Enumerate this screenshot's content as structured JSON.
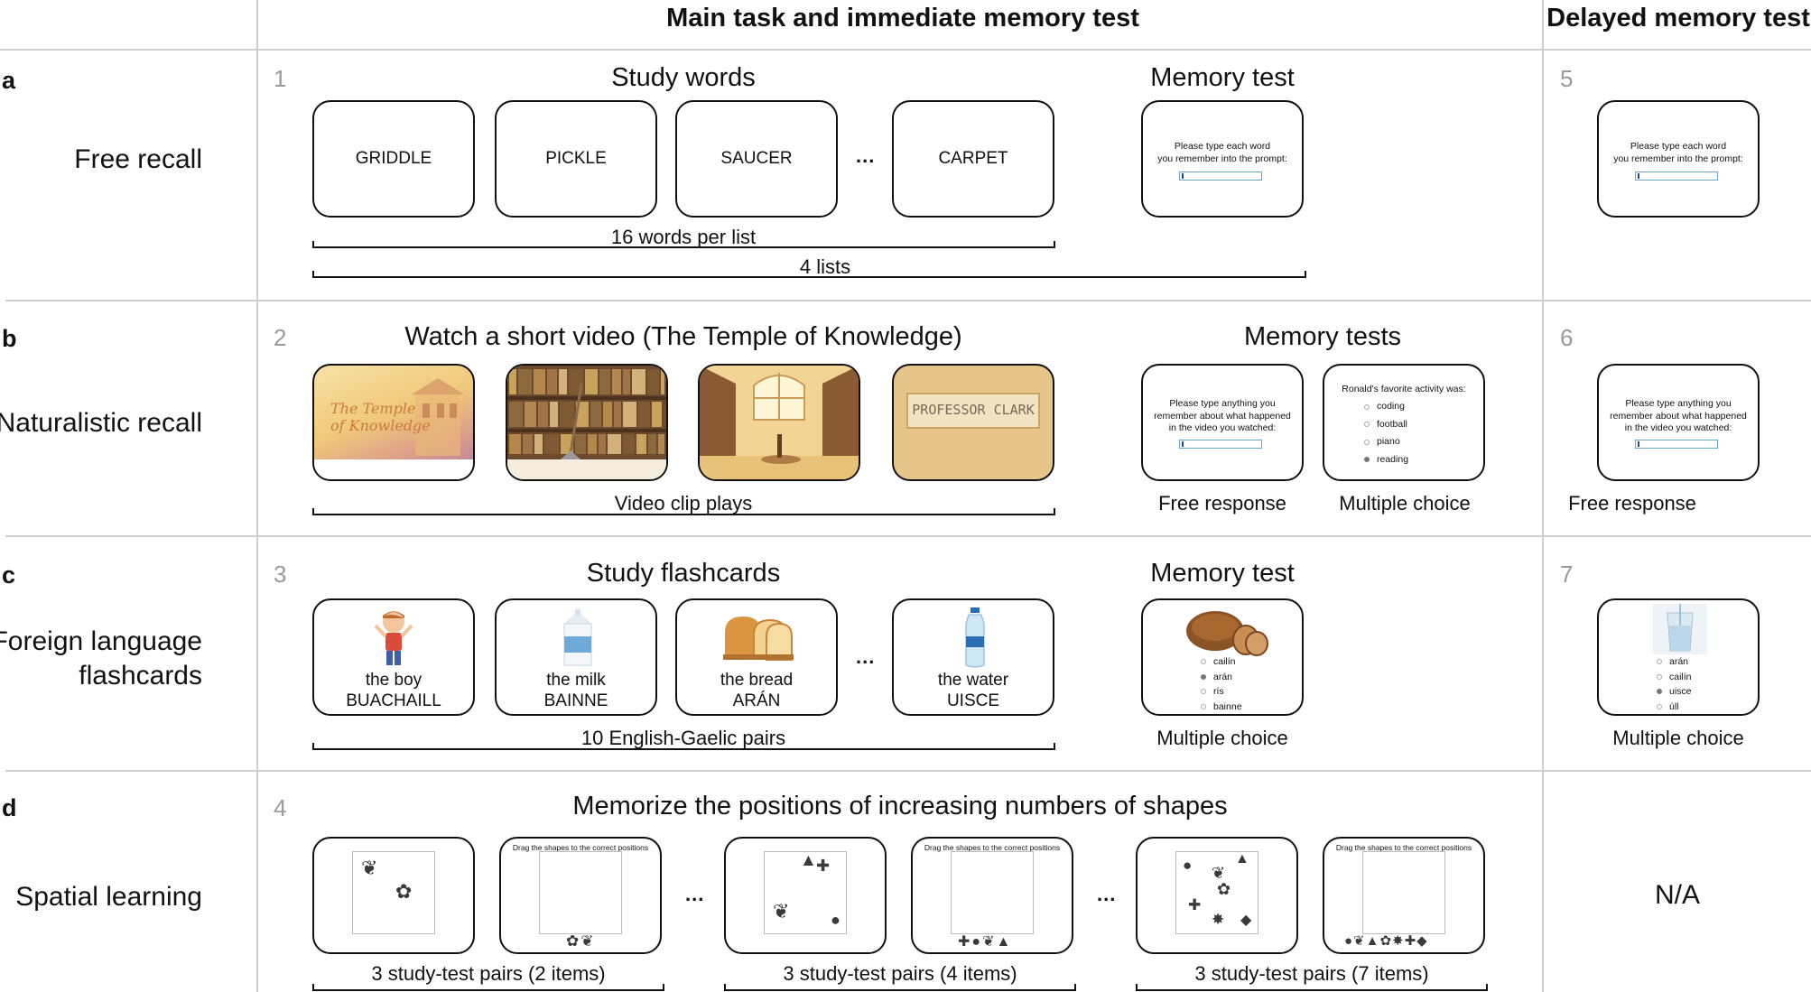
{
  "columns": {
    "main": "Main task and immediate memory test",
    "delayed": "Delayed memory test"
  },
  "rows": [
    {
      "letter": "a",
      "name": "Free recall"
    },
    {
      "letter": "b",
      "name": "Naturalistic recall"
    },
    {
      "letter": "c",
      "name_line1": "Foreign language",
      "name_line2": "flashcards"
    },
    {
      "letter": "d",
      "name": "Spatial learning"
    }
  ],
  "row_a": {
    "num_main": "1",
    "num_delayed": "5",
    "study_heading": "Study words",
    "test_heading": "Memory test",
    "words": [
      "GRIDDLE",
      "PICKLE",
      "SAUCER",
      "CARPET"
    ],
    "ellipsis": "...",
    "prompt_line1": "Please type each word",
    "prompt_line2": "you remember into the prompt:",
    "bracket1": "16 words per list",
    "bracket2": "4 lists"
  },
  "row_b": {
    "num_main": "2",
    "num_delayed": "6",
    "study_heading": "Watch a short video (The Temple of Knowledge)",
    "test_heading": "Memory tests",
    "frame1_title_line1": "The Temple",
    "frame1_title_line2": "of Knowledge",
    "frame4_sign": "PROFESSOR CLARK",
    "bracket": "Video clip plays",
    "free_prompt_line1": "Please type anything you",
    "free_prompt_line2": "remember about what happened",
    "free_prompt_line3": "in the video you watched:",
    "mc_question": "Ronald's favorite activity was:",
    "mc_options": [
      "coding",
      "football",
      "piano",
      "reading"
    ],
    "free_label": "Free response",
    "mc_label": "Multiple choice",
    "delayed_label": "Free response"
  },
  "row_c": {
    "num_main": "3",
    "num_delayed": "7",
    "study_heading": "Study flashcards",
    "test_heading": "Memory test",
    "cards": [
      {
        "en": "the boy",
        "ga": "BUACHAILL"
      },
      {
        "en": "the milk",
        "ga": "BAINNE"
      },
      {
        "en": "the bread",
        "ga": "ARÁN"
      },
      {
        "en": "the water",
        "ga": "UISCE"
      }
    ],
    "ellipsis": "...",
    "bracket": "10 English-Gaelic pairs",
    "test_options": [
      "cailín",
      "arán",
      "rís",
      "bainne"
    ],
    "delayed_options": [
      "arán",
      "cailín",
      "uisce",
      "úll"
    ],
    "test_label": "Multiple choice",
    "delayed_label": "Multiple choice"
  },
  "row_d": {
    "num_main": "4",
    "heading": "Memorize the positions of increasing numbers of shapes",
    "drag_text": "Drag the shapes to the correct positions",
    "ellipsis": "...",
    "bracket1": "3 study-test pairs (2 items)",
    "bracket2": "3 study-test pairs (4 items)",
    "bracket3": "3 study-test pairs (7 items)",
    "delayed": "N/A"
  },
  "colors": {
    "grid": "#cfcfcf",
    "shape": "#3a3a3a",
    "number": "#9a9a9a",
    "input_border": "#6fa6c8"
  }
}
